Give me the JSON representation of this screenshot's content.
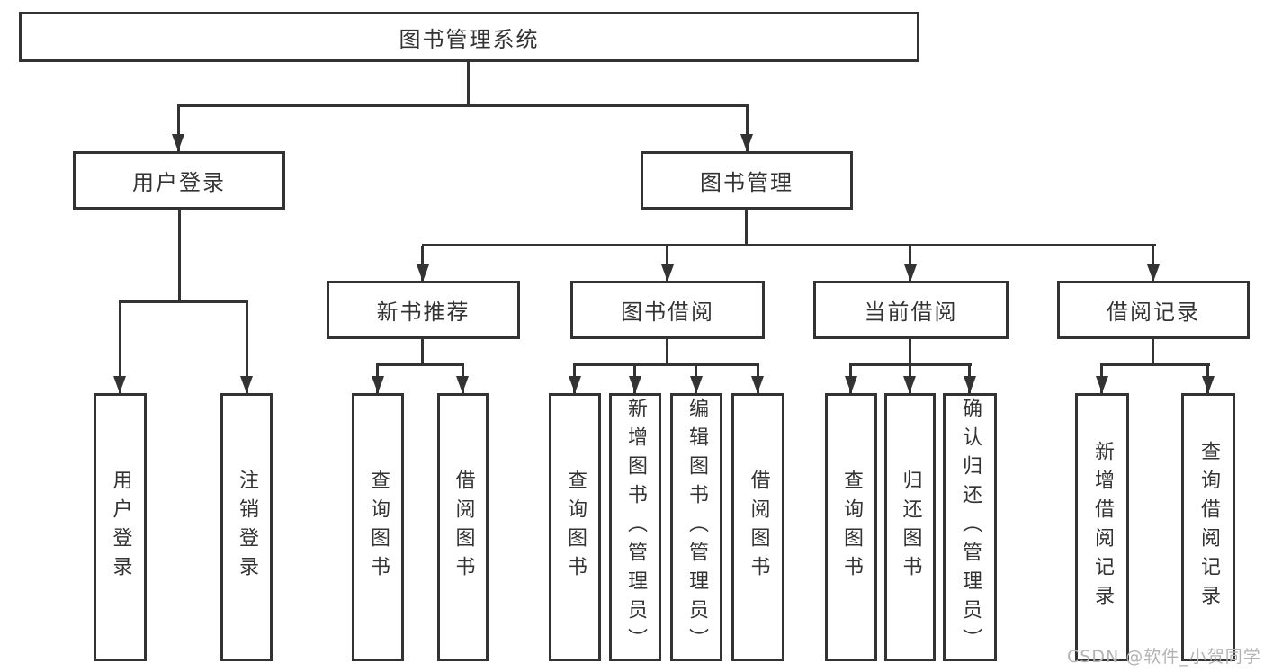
{
  "colors": {
    "background": "#ffffff",
    "line": "#333333",
    "box_border": "#333333",
    "text": "#333333",
    "watermark": "#b3b3b3"
  },
  "diagram": {
    "title": "图书管理系统",
    "level2": [
      "用户登录",
      "图书管理"
    ],
    "level3": [
      "新书推荐",
      "图书借阅",
      "当前借阅",
      "借阅记录"
    ],
    "leaves": {
      "user_login": [
        "用户登录",
        "注销登录"
      ],
      "new_book_recommend": [
        "查询图书",
        "借阅图书"
      ],
      "book_borrow": [
        "查询图书",
        "新增图书（管理员）",
        "编辑图书（管理员）",
        "借阅图书"
      ],
      "current_borrow": [
        "查询图书",
        "归还图书",
        "确认归还（管理员）"
      ],
      "borrow_record": [
        "新增借阅记录",
        "查询借阅记录"
      ]
    },
    "watermark": "CSDN @软件_小贺同学"
  }
}
